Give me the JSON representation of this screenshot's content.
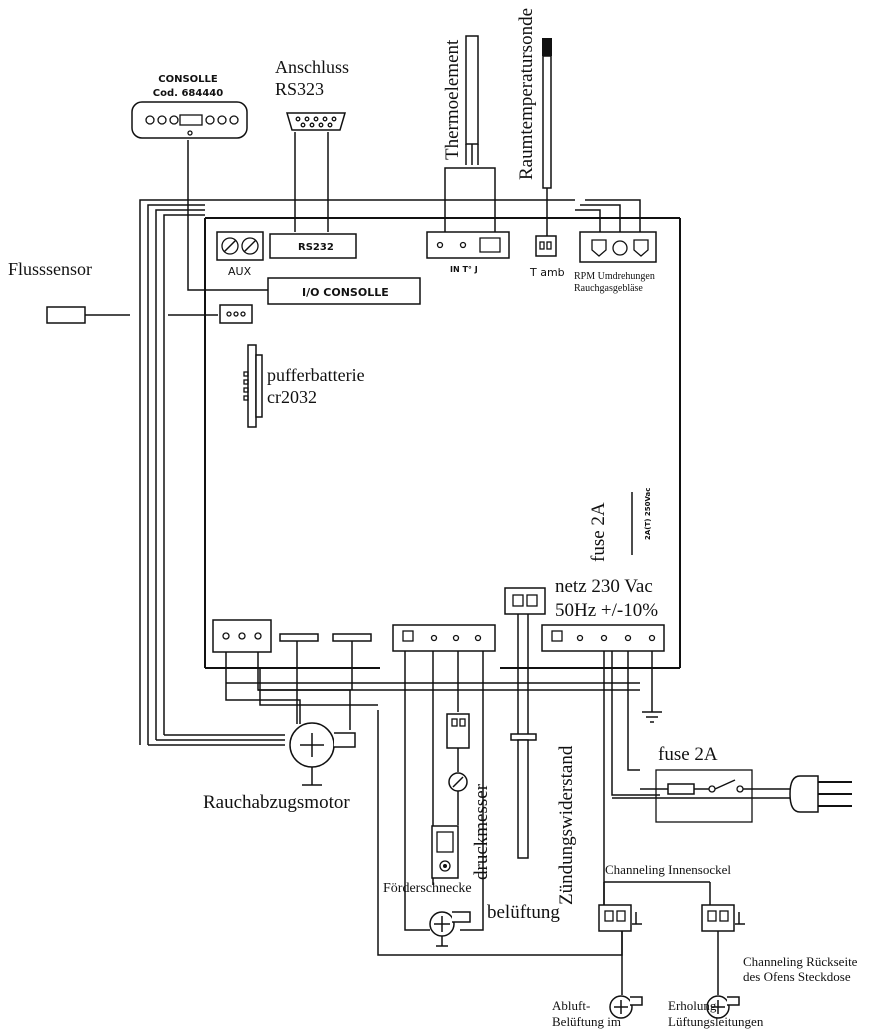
{
  "labels": {
    "consolle_title": "CONSOLLE",
    "consolle_code": "Cod. 684440",
    "anschluss": "Anschluss",
    "rs323": "RS323",
    "thermoelement": "Thermoelement",
    "raumtemperatursonde": "Raumtemperatursonde",
    "flusssensor": "Flusssensor",
    "aux": "AUX",
    "rs232": "RS232",
    "io_consolle": "I/O CONSOLLE",
    "in_tc": "IN T° J",
    "t_amb": "T amb",
    "rpm_1": "RPM Umdrehungen",
    "rpm_2": "Rauchgasgebläse",
    "pufferbatterie_1": "pufferbatterie",
    "pufferbatterie_2": "cr2032",
    "fuse_board": "fuse 2A",
    "fuse_rating": "2A(T) 250Vac",
    "netz_1": "netz 230 Vac",
    "netz_2": "50Hz +/-10%",
    "zuendung": "Zündungswiderstand",
    "druckmesser": "druckmesser",
    "fuse_line": "fuse 2A",
    "rauchabzug": "Rauchabzugsmotor",
    "foerderschnecke": "Förderschnecke",
    "belueftung": "belüftung",
    "channeling_innen": "Channeling Innensockel",
    "channeling_rueck_1": "Channeling Rückseite",
    "channeling_rueck_2": "des Ofens Steckdose",
    "abluft_1": "Abluft-",
    "abluft_2": "Belüftung im",
    "erholung_1": "Erholung",
    "erholung_2": "Lüftungsleitungen"
  }
}
